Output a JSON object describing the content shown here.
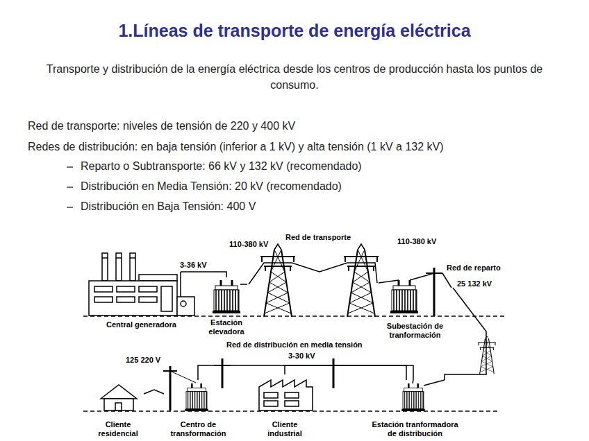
{
  "diagram": {
    "title": "1.Líneas de transporte de energía eléctrica",
    "nodes": [
      {
        "text": [
          "Central generadora"
        ]
      },
      {
        "text": [
          "Estación elevadora"
        ]
      },
      {
        "text": [
          "Subestación de tranformación"
        ]
      },
      {
        "text": [
          "Cliente residencial"
        ]
      },
      {
        "text": [
          "Centro de transformación"
        ]
      },
      {
        "text": [
          "Cliente industrial"
        ]
      },
      {
        "text": [
          "Estación tranformadora de distribución"
        ]
      }
    ],
    "edges": [
      {
        "from": 0,
        "to": 1,
        "arrow": "none",
        "label": "3-36 kV"
      },
      {
        "from": 1,
        "to": 2,
        "arrow": "none",
        "label": "Red de transporte"
      },
      {
        "from": 2,
        "to": 6,
        "arrow": "none",
        "label": "Red de reparto"
      },
      {
        "from": 6,
        "to": 4,
        "arrow": "none",
        "label": "Red de distribución en media tensión"
      },
      {
        "from": 6,
        "to": 5,
        "arrow": "none"
      },
      {
        "from": 4,
        "to": 3,
        "arrow": "none",
        "label": "125 220 V"
      }
    ],
    "labels": [
      "Transporte y distribución de la energía eléctrica desde los centros de producción hasta los puntos de consumo.",
      "Red de transporte: niveles de tensión de 220 y 400 kV",
      "Redes de distribución: en baja tensión (inferior a 1 kV) y alta tensión (1 kV a 132 kV)",
      "Reparto o Subtransporte: 66 kV y 132 kV (recomendado)",
      "Distribución en Media Tensión: 20 kV (recomendado)",
      "Distribución en Baja Tensión: 400 V",
      "110-380 kV",
      "110-380 kV",
      "25 132 kV",
      "3-30 kV"
    ]
  }
}
